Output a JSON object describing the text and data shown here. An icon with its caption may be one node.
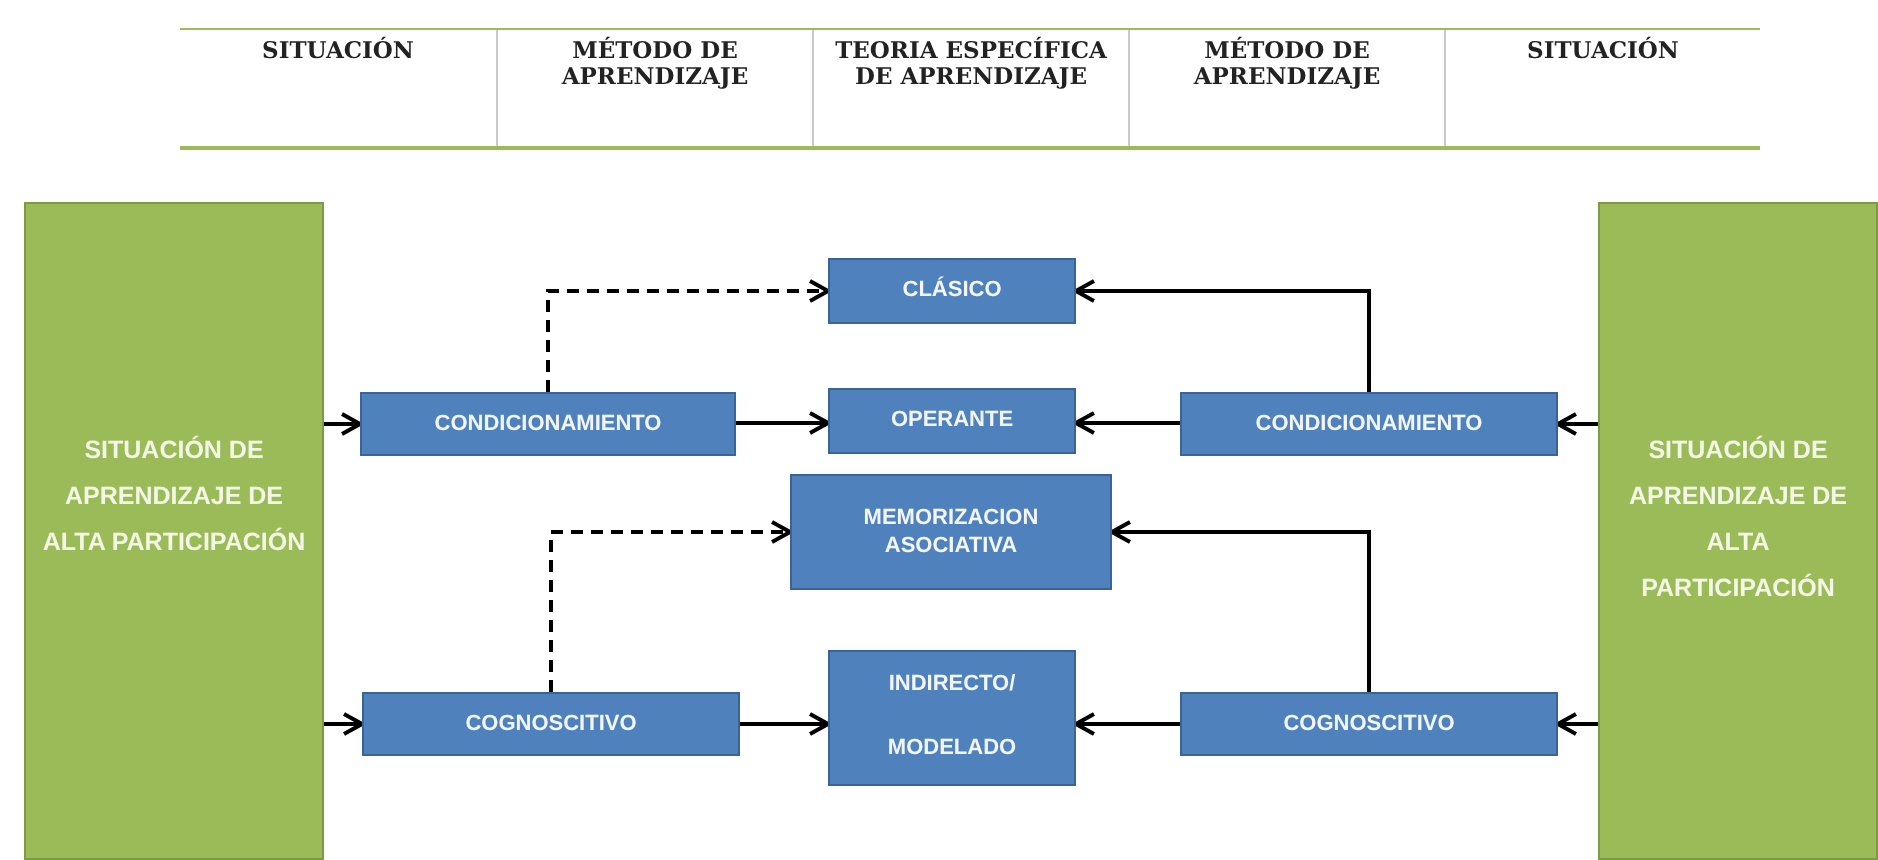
{
  "diagram": {
    "nodes": [
      {
        "text": [
          "SITUACIÓN DE APRENDIZAJE DE ALTA PARTICIPACIÓN"
        ]
      },
      {
        "text": [
          "CONDICIONAMIENTO"
        ]
      },
      {
        "text": [
          "COGNOSCITIVO"
        ]
      },
      {
        "text": [
          "CLÁSICO"
        ]
      },
      {
        "text": [
          "OPERANTE"
        ]
      },
      {
        "text": [
          "MEMORIZACION ASOCIATIVA"
        ]
      },
      {
        "text": [
          "INDIRECTO/ MODELADO"
        ]
      },
      {
        "text": [
          "CONDICIONAMIENTO"
        ]
      },
      {
        "text": [
          "COGNOSCITIVO"
        ]
      },
      {
        "text": [
          "SITUACIÓN DE APRENDIZAJE DE ALTA PARTICIPACIÓN"
        ]
      }
    ],
    "edges": [
      {
        "from": 0,
        "to": 1,
        "arrow": "to"
      },
      {
        "from": 0,
        "to": 2,
        "arrow": "to"
      },
      {
        "from": 1,
        "to": 3,
        "arrow": "to",
        "style": "dashed"
      },
      {
        "from": 1,
        "to": 4,
        "arrow": "to"
      },
      {
        "from": 2,
        "to": 5,
        "arrow": "to",
        "style": "dashed"
      },
      {
        "from": 2,
        "to": 6,
        "arrow": "to"
      },
      {
        "from": 7,
        "to": 3,
        "arrow": "to"
      },
      {
        "from": 7,
        "to": 4,
        "arrow": "to"
      },
      {
        "from": 8,
        "to": 5,
        "arrow": "to"
      },
      {
        "from": 8,
        "to": 6,
        "arrow": "to"
      },
      {
        "from": 9,
        "to": 7,
        "arrow": "to"
      },
      {
        "from": 9,
        "to": 8,
        "arrow": "to"
      }
    ],
    "labels": [
      "SITUACIÓN",
      "MÉTODO DE APRENDIZAJE",
      "TEORIA ESPECÍFICA DE APRENDIZAJE",
      "MÉTODO DE APRENDIZAJE",
      "SITUACIÓN"
    ]
  }
}
